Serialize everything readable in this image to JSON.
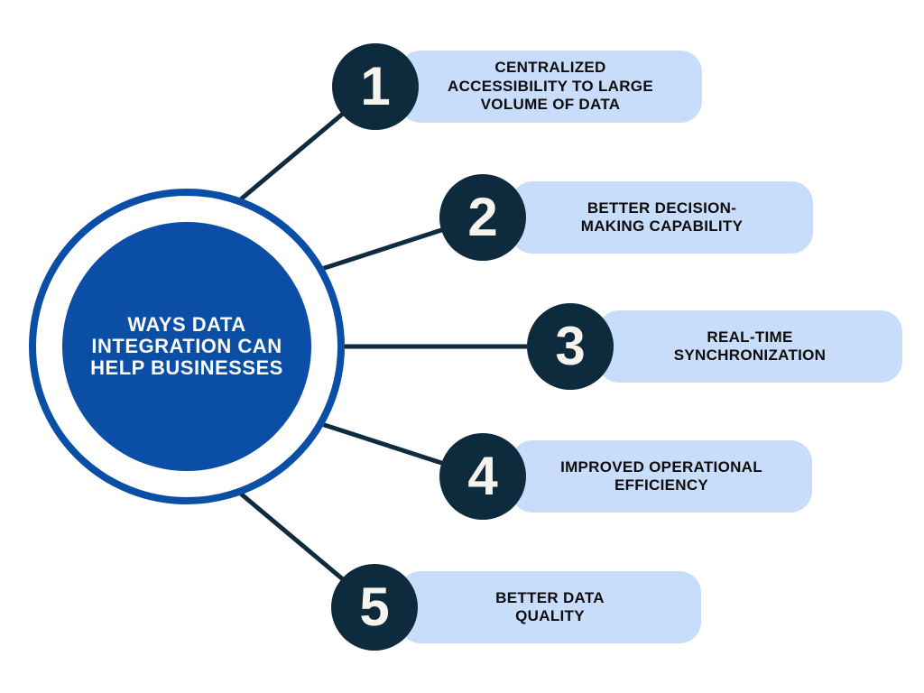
{
  "hub": {
    "title": "WAYS DATA INTEGRATION CAN HELP BUSINESSES"
  },
  "items": [
    {
      "number": "1",
      "label": "CENTRALIZED ACCESSIBILITY TO LARGE VOLUME OF DATA"
    },
    {
      "number": "2",
      "label": "BETTER DECISION-MAKING CAPABILITY"
    },
    {
      "number": "3",
      "label": "REAL-TIME SYNCHRONIZATION"
    },
    {
      "number": "4",
      "label": "IMPROVED OPERATIONAL EFFICIENCY"
    },
    {
      "number": "5",
      "label": "BETTER DATA QUALITY"
    }
  ],
  "colors": {
    "hub_blue": "#0b4ea6",
    "number_circle_navy": "#0e2a3d",
    "pill_light_blue": "#c8ddfa",
    "connector_navy": "#0f2b3e",
    "label_text": "#0d0d0d",
    "number_text": "#f7f4ee",
    "hub_text": "#fcfcfc",
    "background": "#ffffff"
  }
}
